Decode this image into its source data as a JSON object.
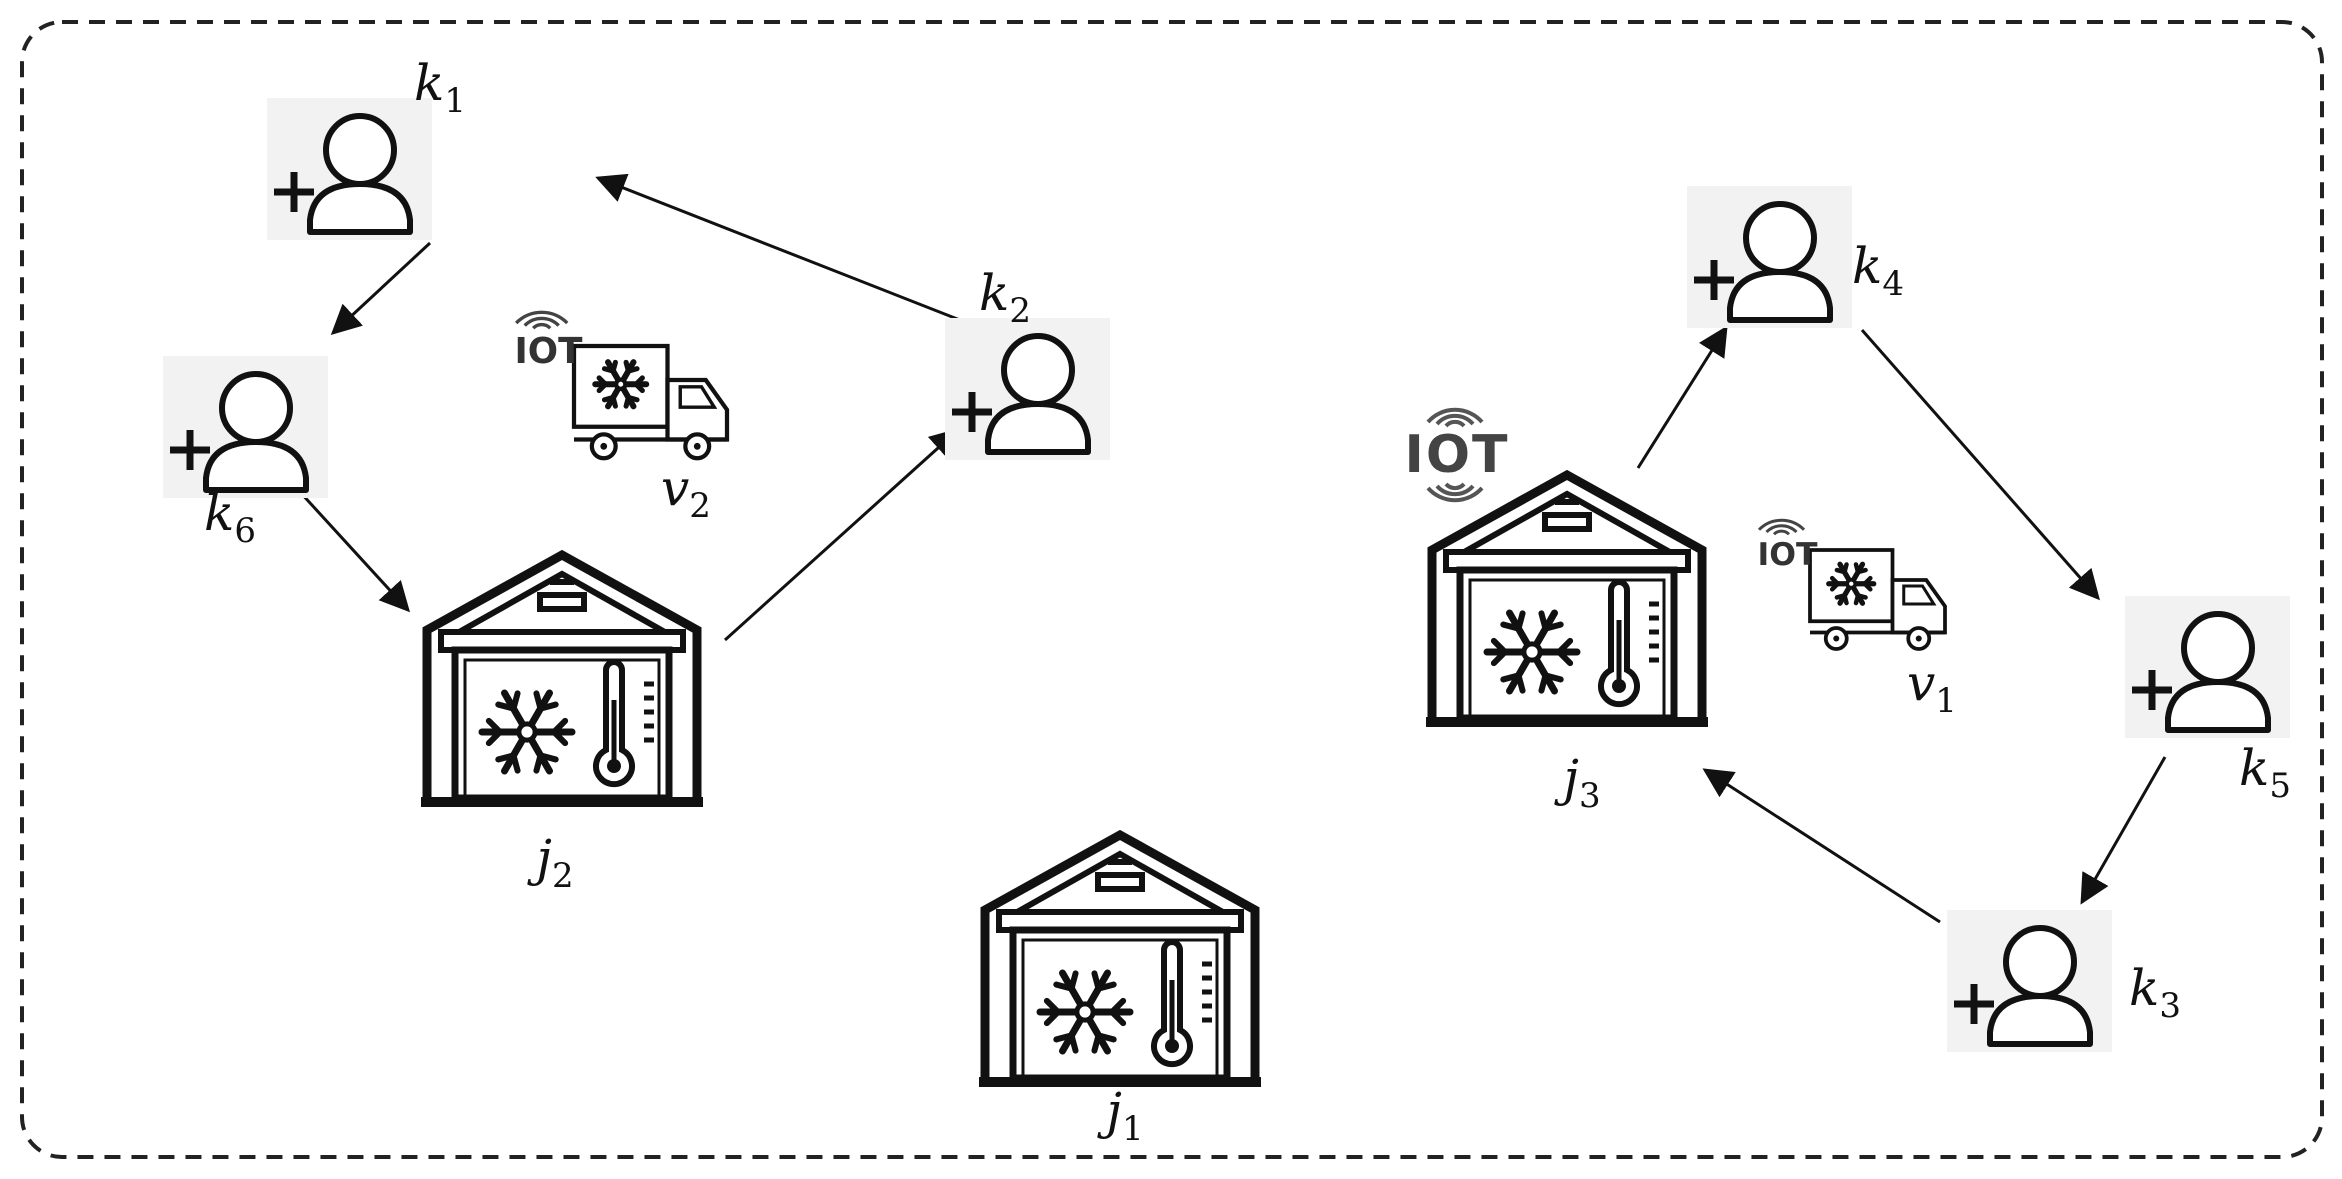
{
  "customers": [
    {
      "id": "k1",
      "letter": "k",
      "sub": "1"
    },
    {
      "id": "k2",
      "letter": "k",
      "sub": "2"
    },
    {
      "id": "k3",
      "letter": "k",
      "sub": "3"
    },
    {
      "id": "k4",
      "letter": "k",
      "sub": "4"
    },
    {
      "id": "k5",
      "letter": "k",
      "sub": "5"
    },
    {
      "id": "k6",
      "letter": "k",
      "sub": "6"
    }
  ],
  "warehouses": [
    {
      "id": "j1",
      "letter": "j",
      "sub": "1",
      "iot": false
    },
    {
      "id": "j2",
      "letter": "j",
      "sub": "2",
      "iot": false
    },
    {
      "id": "j3",
      "letter": "j",
      "sub": "3",
      "iot": true
    }
  ],
  "vehicles": [
    {
      "id": "v1",
      "letter": "v",
      "sub": "1",
      "iot_text": "IOT"
    },
    {
      "id": "v2",
      "letter": "v",
      "sub": "2",
      "iot_text": "IOT"
    }
  ],
  "routes": [
    {
      "from": "j2",
      "to": "k2"
    },
    {
      "from": "k2",
      "to": "k1"
    },
    {
      "from": "k1",
      "to": "k6"
    },
    {
      "from": "k6",
      "to": "j2"
    },
    {
      "from": "j3",
      "to": "k4"
    },
    {
      "from": "k4",
      "to": "k5"
    },
    {
      "from": "k5",
      "to": "k3"
    },
    {
      "from": "k3",
      "to": "j3"
    }
  ],
  "warehouse_iot_text": "IOT",
  "colors": {
    "stroke": "#111111",
    "icon_bg": "#f2f2f2",
    "frame": "#222222"
  }
}
